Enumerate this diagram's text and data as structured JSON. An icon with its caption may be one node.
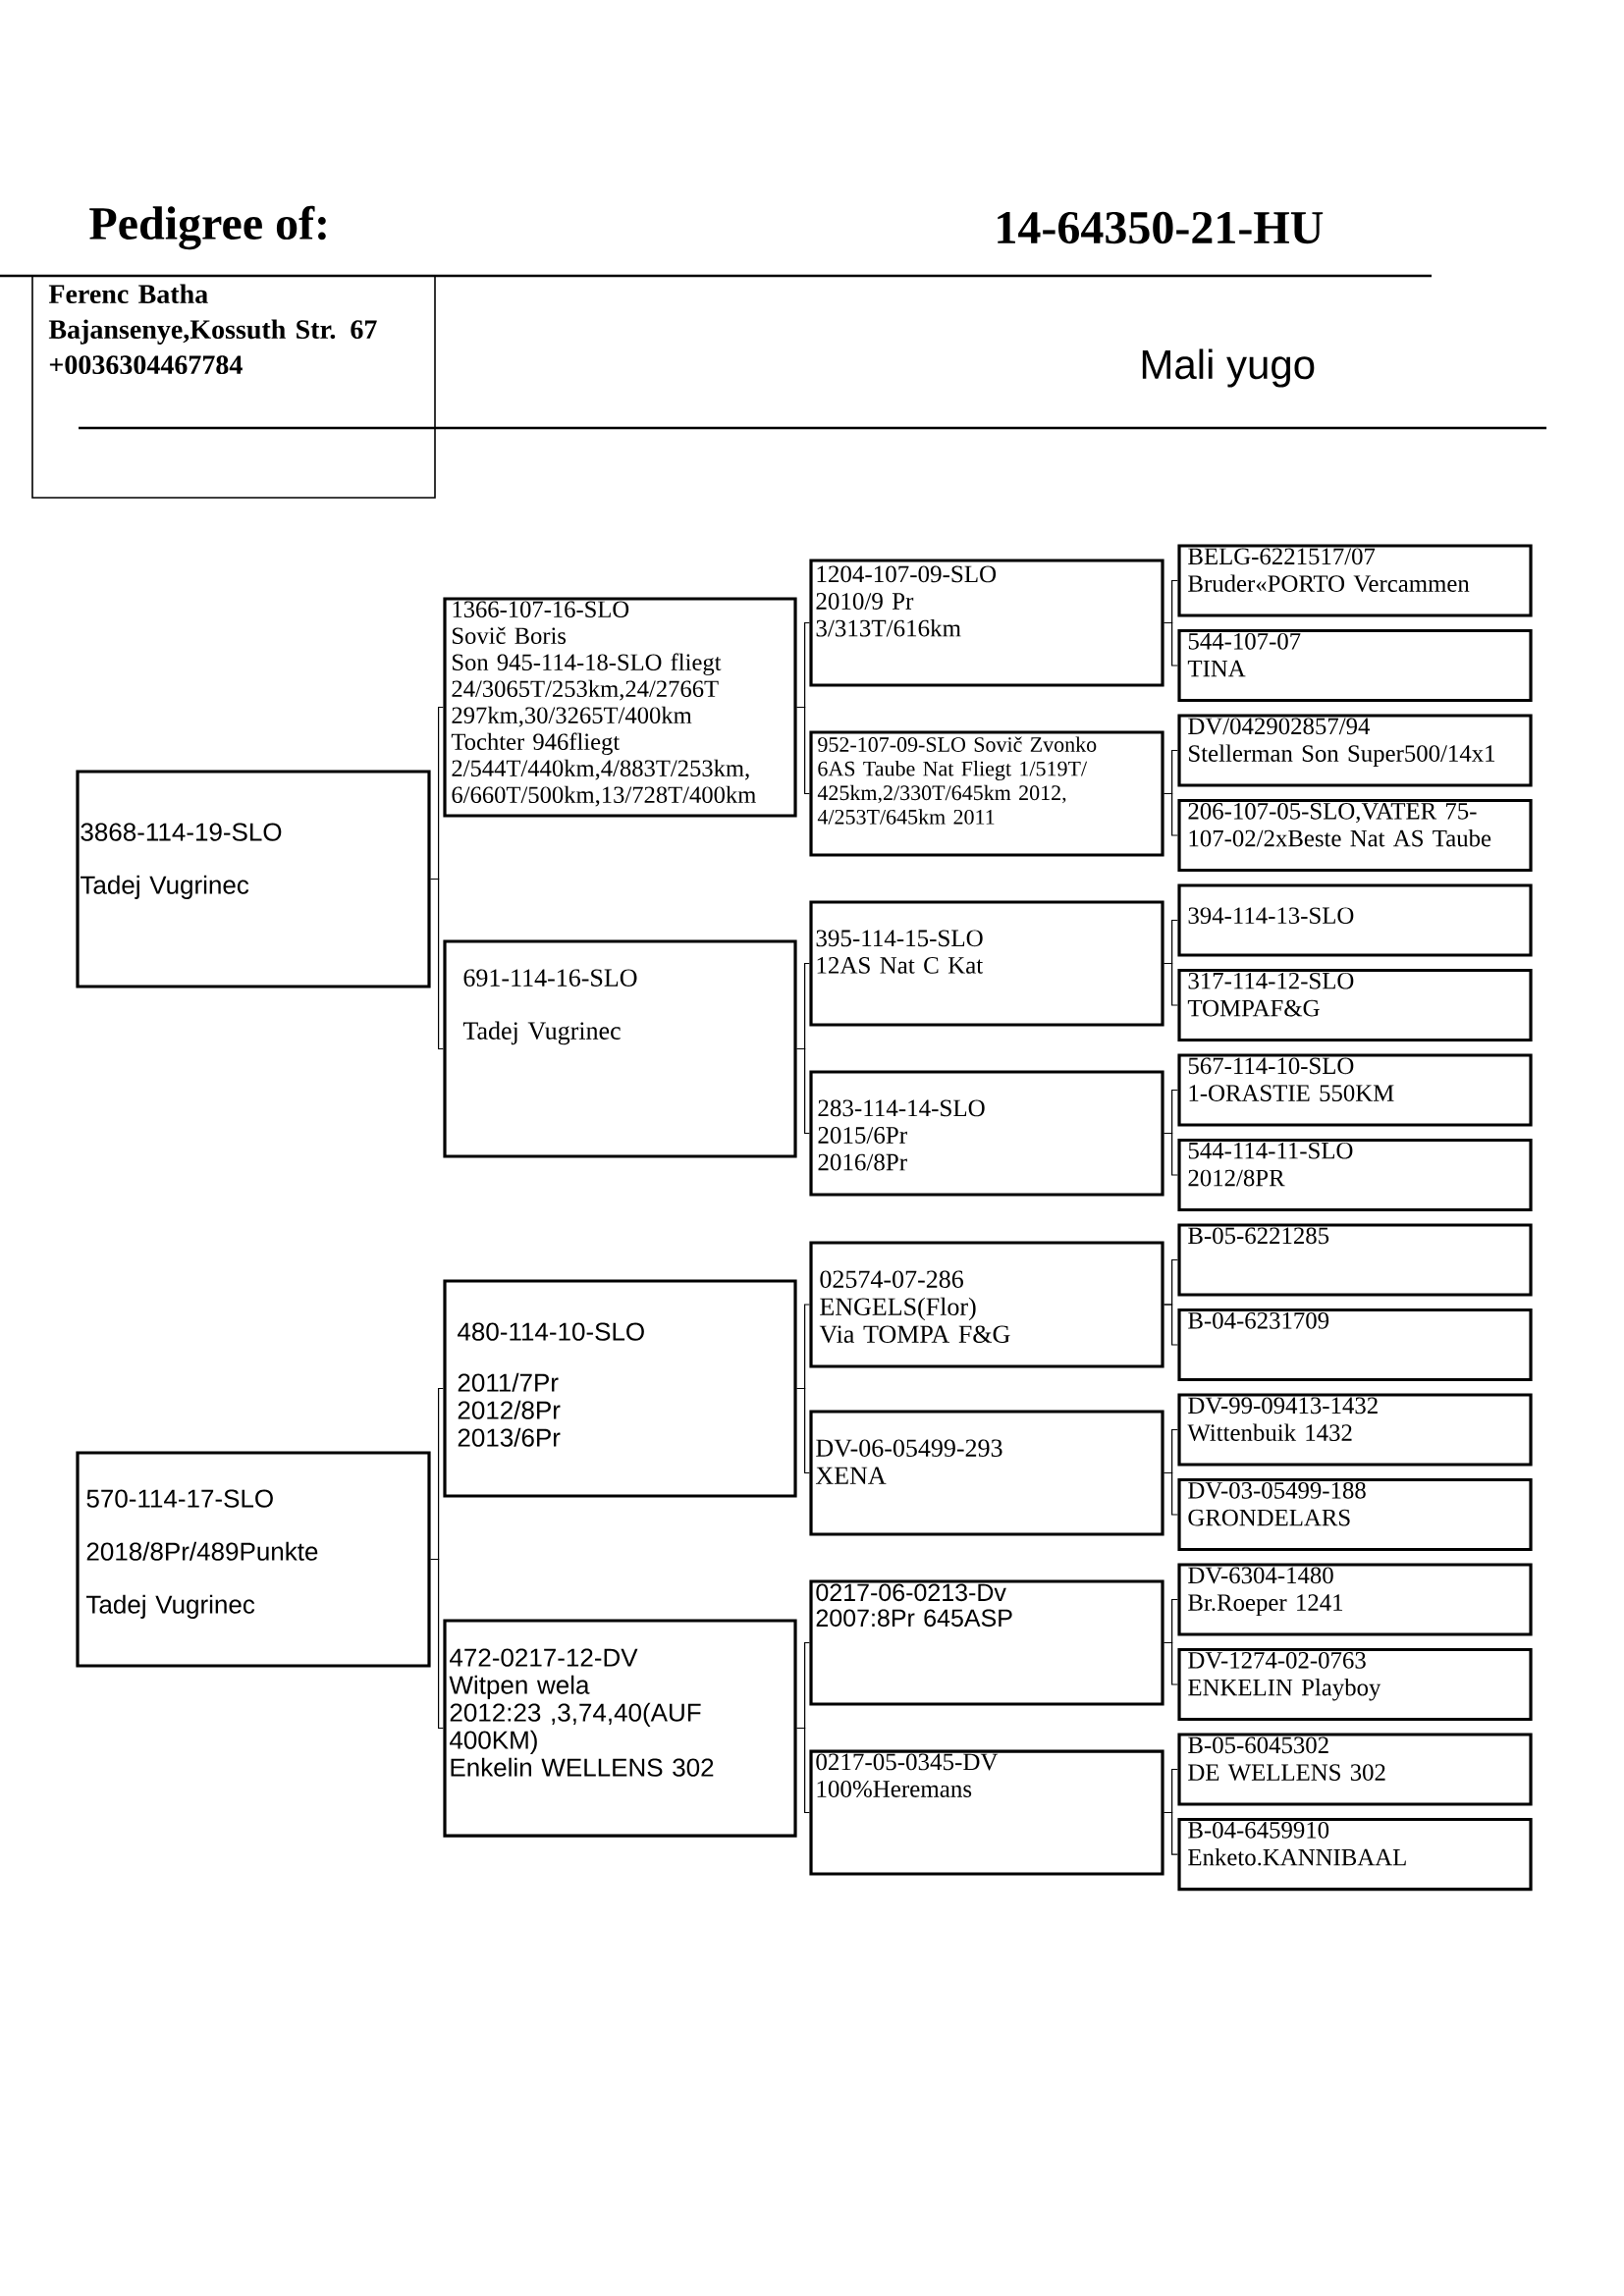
{
  "diagram": {
    "title": "Pedigree of:",
    "nodes": [
      {
        "text": [
          "Ferenc Batha",
          "Bajansenye,Kossuth Str. 67",
          "+0036304467784"
        ]
      },
      {
        "text": [
          "3868-114-19-SLO",
          "Tadej Vugrinec"
        ]
      },
      {
        "text": [
          "570-114-17-SLO",
          "2018/8Pr/489Punkte",
          "Tadej Vugrinec"
        ]
      },
      {
        "text": [
          "1366-107-16-SLO",
          "Sovič Boris",
          "Son 945-114-18-SLO fliegt 24/3065T/253km,24/2766T 297km,30/3265T/400km",
          "Tochter 946fliegt 2/544T/440km,4/883T/253km, 6/660T/500km,13/728T/400km"
        ]
      },
      {
        "text": [
          "691-114-16-SLO",
          "Tadej Vugrinec"
        ]
      },
      {
        "text": [
          "480-114-10-SLO",
          "2011/7Pr",
          "2012/8Pr",
          "2013/6Pr"
        ]
      },
      {
        "text": [
          "472-0217-12-DV",
          "Witpen wela",
          "2012:23 ,3,74,40(AUF 400KM)",
          "Enkelin WELLENS 302"
        ]
      },
      {
        "text": [
          "1204-107-09-SLO",
          "2010/9 Pr",
          "3/313T/616km"
        ]
      },
      {
        "text": [
          "952-107-09-SLO Sovič Zvonko",
          "6AS Taube Nat Fliegt 1/519T/ 425km,2/330T/645km 2012, 4/253T/645km 2011"
        ]
      },
      {
        "text": [
          "395-114-15-SLO",
          "12AS Nat C Kat"
        ]
      },
      {
        "text": [
          "283-114-14-SLO",
          "2015/6Pr",
          "2016/8Pr"
        ]
      },
      {
        "text": [
          "02574-07-286",
          "ENGELS(Flor)",
          "Via TOMPA F&G"
        ]
      },
      {
        "text": [
          "DV-06-05499-293",
          "XENA"
        ]
      },
      {
        "text": [
          "0217-06-0213-Dv",
          "2007:8Pr 645ASP"
        ]
      },
      {
        "text": [
          "0217-05-0345-DV",
          "100%Heremans"
        ]
      },
      {
        "text": [
          "BELG-6221517/07",
          "Bruder«PORTO Vercammen"
        ]
      },
      {
        "text": [
          "544-107-07",
          "TINA"
        ]
      },
      {
        "text": [
          "DV/042902857/94",
          "Stellerman Son Super500/14x1"
        ]
      },
      {
        "text": [
          "206-107-05-SLO,VATER 75- 107-02/2xBeste Nat AS Taube"
        ]
      },
      {
        "text": [
          "394-114-13-SLO"
        ]
      },
      {
        "text": [
          "317-114-12-SLO",
          "TOMPAF&G"
        ]
      },
      {
        "text": [
          "567-114-10-SLO",
          "1-ORASTIE 550KM"
        ]
      },
      {
        "text": [
          "544-114-11-SLO",
          "2012/8PR"
        ]
      },
      {
        "text": [
          "B-05-6221285"
        ]
      },
      {
        "text": [
          "B-04-6231709"
        ]
      },
      {
        "text": [
          "DV-99-09413-1432",
          "Wittenbuik 1432"
        ]
      },
      {
        "text": [
          "DV-03-05499-188",
          "GRONDELARS"
        ]
      },
      {
        "text": [
          "DV-6304-1480",
          "Br.Roeper 1241"
        ]
      },
      {
        "text": [
          "DV-1274-02-0763",
          "ENKELIN Playboy"
        ]
      },
      {
        "text": [
          "B-05-6045302",
          "DE WELLENS 302"
        ]
      },
      {
        "text": [
          "B-04-6459910",
          "Enketo.KANNIBAAL"
        ]
      }
    ],
    "edges": [
      {
        "from": 1,
        "to": 3,
        "arrow": "none"
      },
      {
        "from": 1,
        "to": 4,
        "arrow": "none"
      },
      {
        "from": 2,
        "to": 5,
        "arrow": "none"
      },
      {
        "from": 2,
        "to": 6,
        "arrow": "none"
      },
      {
        "from": 3,
        "to": 7,
        "arrow": "none"
      },
      {
        "from": 3,
        "to": 8,
        "arrow": "none"
      },
      {
        "from": 4,
        "to": 9,
        "arrow": "none"
      },
      {
        "from": 4,
        "to": 10,
        "arrow": "none"
      },
      {
        "from": 5,
        "to": 11,
        "arrow": "none"
      },
      {
        "from": 5,
        "to": 12,
        "arrow": "none"
      },
      {
        "from": 6,
        "to": 13,
        "arrow": "none"
      },
      {
        "from": 6,
        "to": 14,
        "arrow": "none"
      },
      {
        "from": 7,
        "to": 15,
        "arrow": "none"
      },
      {
        "from": 7,
        "to": 16,
        "arrow": "none"
      },
      {
        "from": 8,
        "to": 17,
        "arrow": "none"
      },
      {
        "from": 8,
        "to": 18,
        "arrow": "none"
      },
      {
        "from": 9,
        "to": 19,
        "arrow": "none"
      },
      {
        "from": 9,
        "to": 20,
        "arrow": "none"
      },
      {
        "from": 10,
        "to": 21,
        "arrow": "none"
      },
      {
        "from": 10,
        "to": 22,
        "arrow": "none"
      },
      {
        "from": 11,
        "to": 23,
        "arrow": "none"
      },
      {
        "from": 11,
        "to": 24,
        "arrow": "none"
      },
      {
        "from": 12,
        "to": 25,
        "arrow": "none"
      },
      {
        "from": 12,
        "to": 26,
        "arrow": "none"
      },
      {
        "from": 13,
        "to": 27,
        "arrow": "none"
      },
      {
        "from": 13,
        "to": 28,
        "arrow": "none"
      },
      {
        "from": 14,
        "to": 29,
        "arrow": "none"
      },
      {
        "from": 14,
        "to": 30,
        "arrow": "none"
      }
    ],
    "labels": [
      "14-64350-21-HU",
      "Mali yugo"
    ]
  }
}
